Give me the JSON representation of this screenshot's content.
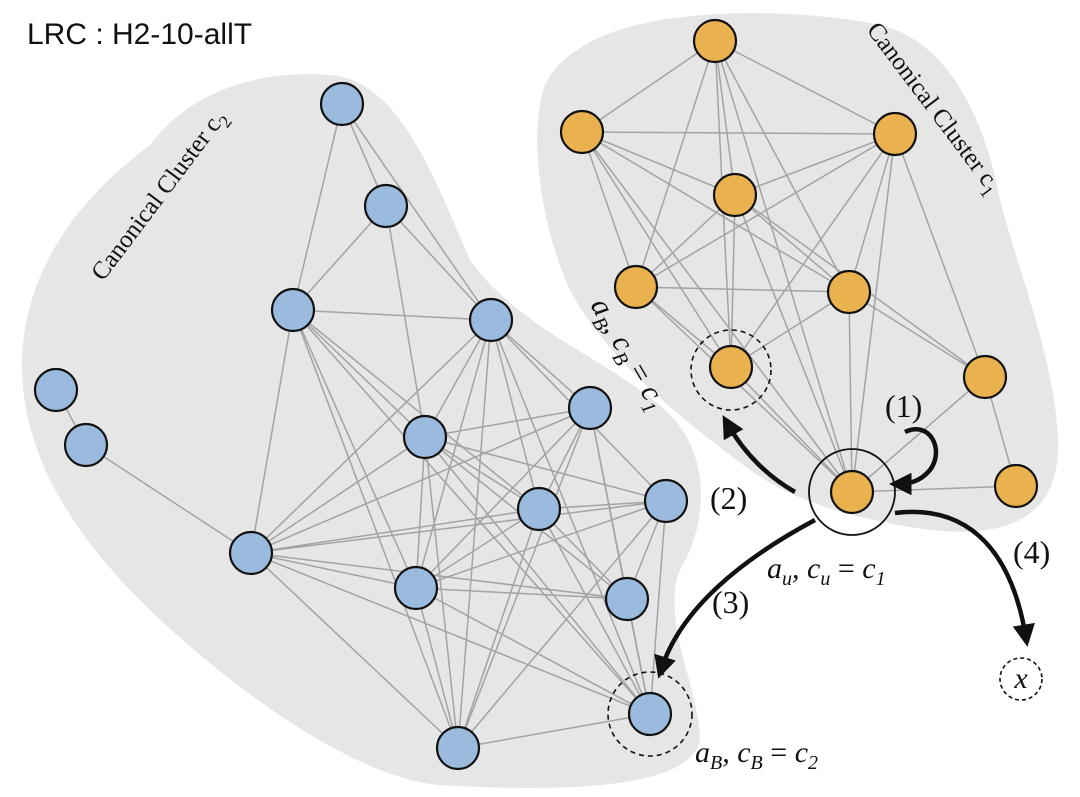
{
  "title": "LRC : H2-10-allT",
  "clusters": {
    "c1": {
      "label_text": "Canonical Cluster c",
      "label_sub": "1",
      "node_color": "#e9b24f"
    },
    "c2": {
      "label_text": "Canonical Cluster c",
      "label_sub": "2",
      "node_color": "#9bbbde"
    }
  },
  "annotations": {
    "step1": "(1)",
    "step2": "(2)",
    "step3": "(3)",
    "step4": "(4)",
    "au": {
      "a": "a",
      "a_sub": "u",
      "c": "c",
      "c_sub": "u",
      "eq": "=",
      "rhs": "c",
      "rhs_sub": "1"
    },
    "aB_c1": {
      "a": "a",
      "a_sub": "B",
      "c": "c",
      "c_sub": "B",
      "eq": "=",
      "rhs": "c",
      "rhs_sub": "1"
    },
    "aB_c2": {
      "a": "a",
      "a_sub": "B",
      "c": "c",
      "c_sub": "B",
      "eq": "=",
      "rhs": "c",
      "rhs_sub": "2"
    },
    "x_node": "x"
  },
  "colors": {
    "blob": "#e6e6e6",
    "edge": "#a3a3a3",
    "arrow": "#111111"
  }
}
